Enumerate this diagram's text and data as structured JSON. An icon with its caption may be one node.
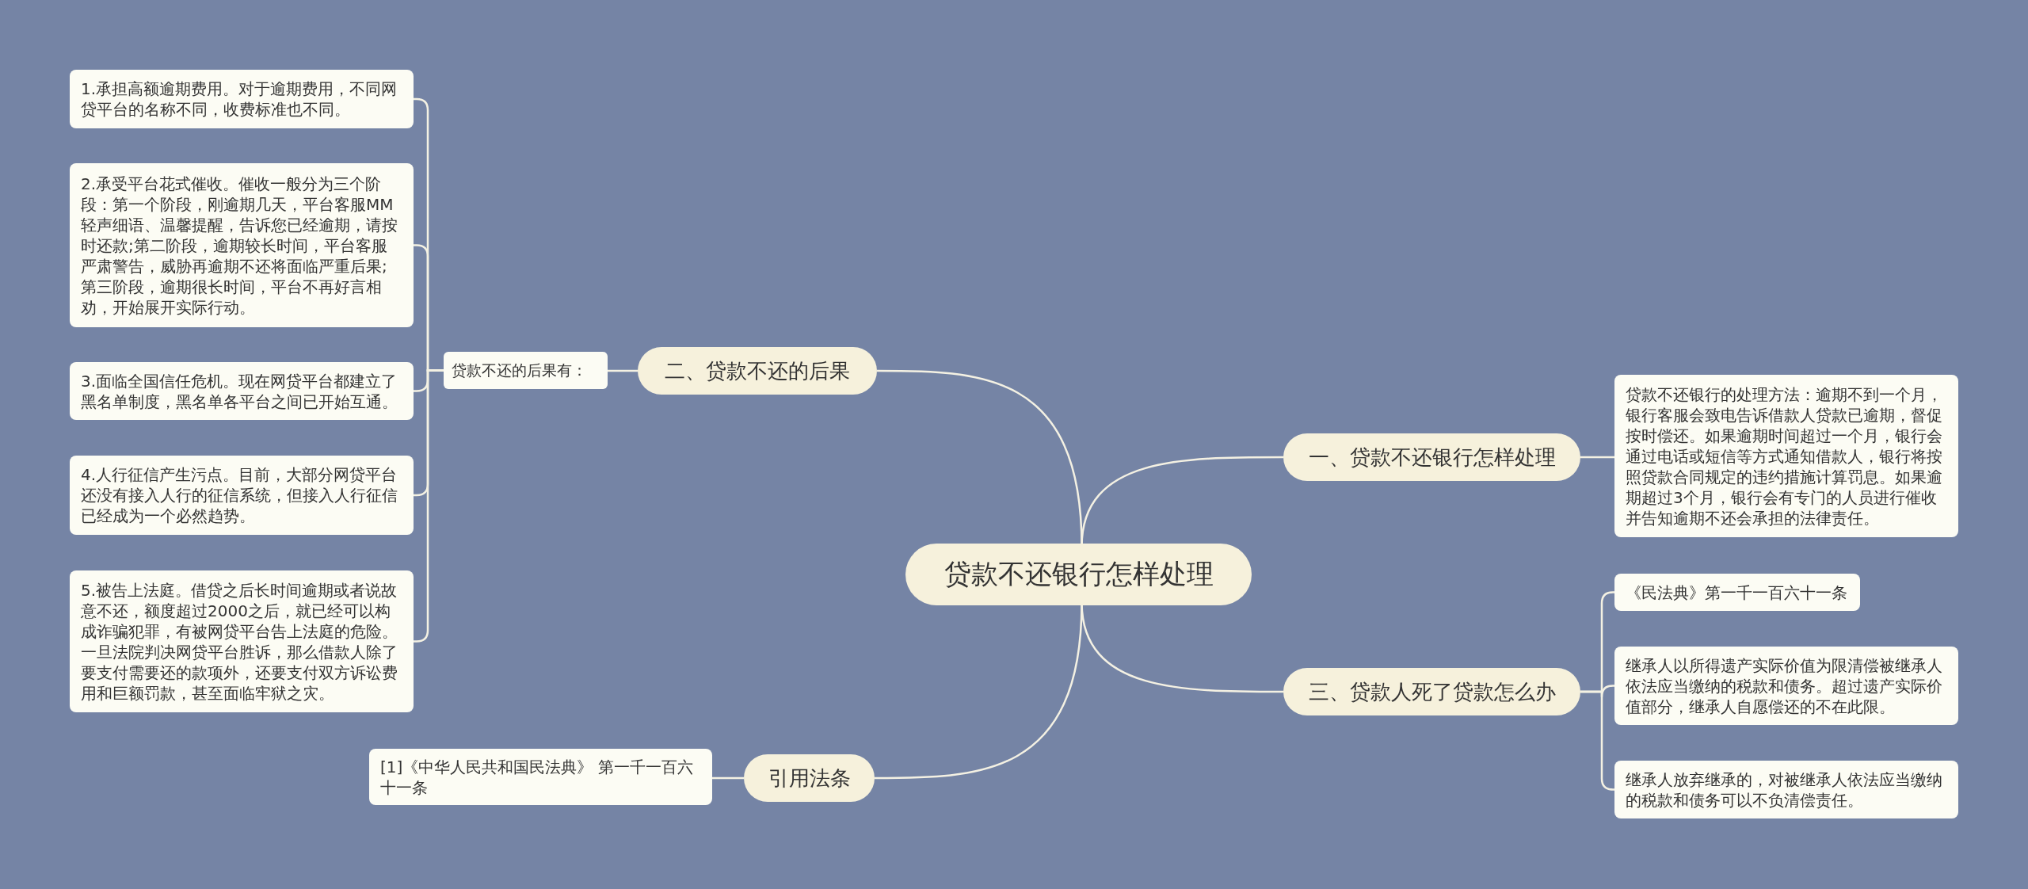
{
  "diagram": {
    "nodes": [
      {
        "text": [
          "贷款不还银行怎样处理"
        ]
      },
      {
        "text": [
          "一、贷款不还银行怎样处理"
        ]
      },
      {
        "text": [
          "贷款不还银行的处理方法：逾期不到一个月，银行客服会致电告诉借款人贷款已逾期，督促按时偿还。如果逾期时间超过一个月，银行会通过电话或短信等方式通知借款人，银行将按照贷款合同规定的违约措施计算罚息。如果逾期超过3个月，银行会有专门的人员进行催收并告知逾期不还会承担的法律责任。"
        ]
      },
      {
        "text": [
          "二、贷款不还的后果"
        ]
      },
      {
        "text": [
          "贷款不还的后果有："
        ]
      },
      {
        "text": [
          "1.承担高额逾期费用。对于逾期费用，不同网贷平台的名称不同，收费标准也不同。"
        ]
      },
      {
        "text": [
          "2.承受平台花式催收。催收一般分为三个阶段：第一个阶段，刚逾期几天，平台客服MM轻声细语、温馨提醒，告诉您已经逾期，请按时还款;第二阶段，逾期较长时间，平台客服严肃警告，威胁再逾期不还将面临严重后果;第三阶段，逾期很长时间，平台不再好言相劝，开始展开实际行动。"
        ]
      },
      {
        "text": [
          "3.面临全国信任危机。现在网贷平台都建立了黑名单制度，黑名单各平台之间已开始互通。"
        ]
      },
      {
        "text": [
          "4.人行征信产生污点。目前，大部分网贷平台还没有接入人行的征信系统，但接入人行征信已经成为一个必然趋势。"
        ]
      },
      {
        "text": [
          "5.被告上法庭。借贷之后长时间逾期或者说故意不还，额度超过2000之后，就已经可以构成诈骗犯罪，有被网贷平台告上法庭的危险。一旦法院判决网贷平台胜诉，那么借款人除了要支付需要还的款项外，还要支付双方诉讼费用和巨额罚款，甚至面临牢狱之灾。"
        ]
      },
      {
        "text": [
          "三、贷款人死了贷款怎么办"
        ]
      },
      {
        "text": [
          "《民法典》第一千一百六十一条"
        ]
      },
      {
        "text": [
          "继承人以所得遗产实际价值为限清偿被继承人依法应当缴纳的税款和债务。超过遗产实际价值部分，继承人自愿偿还的不在此限。"
        ]
      },
      {
        "text": [
          "继承人放弃继承的，对被继承人依法应当缴纳的税款和债务可以不负清偿责任。"
        ]
      },
      {
        "text": [
          "引用法条"
        ]
      },
      {
        "text": [
          "[1]《中华人民共和国民法典》 第一千一百六十一条"
        ]
      }
    ],
    "edges": [
      {
        "from": 0,
        "to": 1,
        "arrow": "none"
      },
      {
        "from": 1,
        "to": 2,
        "arrow": "none"
      },
      {
        "from": 0,
        "to": 3,
        "arrow": "none"
      },
      {
        "from": 3,
        "to": 4,
        "arrow": "none"
      },
      {
        "from": 4,
        "to": 5,
        "arrow": "none"
      },
      {
        "from": 4,
        "to": 6,
        "arrow": "none"
      },
      {
        "from": 4,
        "to": 7,
        "arrow": "none"
      },
      {
        "from": 4,
        "to": 8,
        "arrow": "none"
      },
      {
        "from": 4,
        "to": 9,
        "arrow": "none"
      },
      {
        "from": 0,
        "to": 10,
        "arrow": "none"
      },
      {
        "from": 10,
        "to": 11,
        "arrow": "none"
      },
      {
        "from": 10,
        "to": 12,
        "arrow": "none"
      },
      {
        "from": 10,
        "to": 13,
        "arrow": "none"
      },
      {
        "from": 0,
        "to": 14,
        "arrow": "none"
      },
      {
        "from": 14,
        "to": 15,
        "arrow": "none"
      }
    ]
  }
}
